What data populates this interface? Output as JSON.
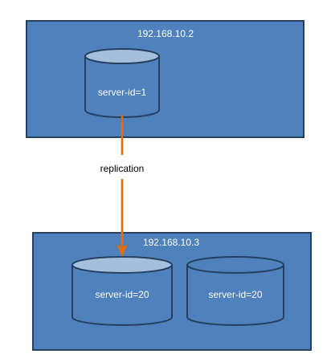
{
  "top_host": {
    "ip_label": "192.168.10.2",
    "servers": [
      {
        "label": "server-id=1"
      }
    ]
  },
  "bottom_host": {
    "ip_label": "192.168.10.3",
    "servers": [
      {
        "label": "server-id=20"
      },
      {
        "label": "server-id=20"
      }
    ]
  },
  "connection": {
    "label": "replication",
    "color": "#e36c0a"
  },
  "colors": {
    "box_fill": "#4f81bd",
    "box_border": "#243f60",
    "cylinder_top": "#a7bfde",
    "text_light": "#ffffff",
    "text_dark": "#000000"
  }
}
